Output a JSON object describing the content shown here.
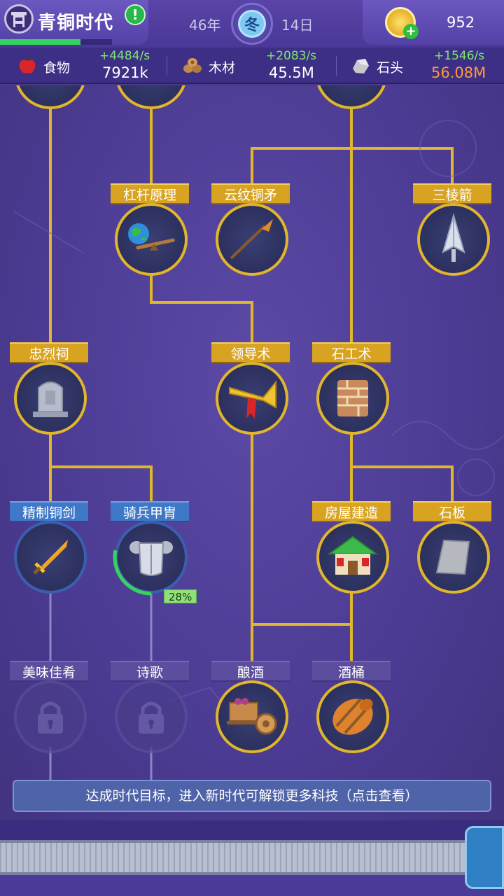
{
  "header": {
    "era_title": "青铜时代",
    "alert_symbol": "!",
    "year": "46年",
    "season": "冬",
    "day": "14日",
    "coins": "952",
    "era_progress": 0.72
  },
  "resources": [
    {
      "name": "食物",
      "rate": "+4484/s",
      "amount": "7921k",
      "amount_color": "#ffffff",
      "icon": "apple-icon"
    },
    {
      "name": "木材",
      "rate": "+2083/s",
      "amount": "45.5M",
      "amount_color": "#ffffff",
      "icon": "wood-icon"
    },
    {
      "name": "石头",
      "rate": "+1546/s",
      "amount": "56.08M",
      "amount_color": "#ff9a3a",
      "icon": "stone-icon"
    }
  ],
  "nodes": {
    "lever": {
      "label": "杠杆原理",
      "icon": "globe-lever-icon"
    },
    "spear": {
      "label": "云纹铜矛",
      "icon": "spear-icon"
    },
    "arrow": {
      "label": "三棱箭",
      "icon": "arrowhead-icon"
    },
    "shrine": {
      "label": "忠烈祠",
      "icon": "tombstone-icon"
    },
    "leadership": {
      "label": "领导术",
      "icon": "horn-icon"
    },
    "masonry": {
      "label": "石工术",
      "icon": "brick-icon"
    },
    "sword": {
      "label": "精制铜剑",
      "icon": "sword-icon"
    },
    "armor": {
      "label": "骑兵甲胄",
      "icon": "armor-icon",
      "progress": "28%",
      "progress_value": 0.28
    },
    "house": {
      "label": "房屋建造",
      "icon": "house-icon"
    },
    "slate": {
      "label": "石板",
      "icon": "slate-icon"
    },
    "cuisine": {
      "label": "美味佳肴",
      "icon": "lock-icon"
    },
    "poetry": {
      "label": "诗歌",
      "icon": "lock-icon"
    },
    "brewing": {
      "label": "酿酒",
      "icon": "wine-cart-icon"
    },
    "barrel": {
      "label": "酒桶",
      "icon": "barrel-icon"
    }
  },
  "hint_banner": "达成时代目标，进入新时代可解锁更多科技（点击查看）",
  "colors": {
    "line_gold": "#e0b62c",
    "line_locked": "#8a86c8",
    "rate_green": "#7de86d"
  }
}
